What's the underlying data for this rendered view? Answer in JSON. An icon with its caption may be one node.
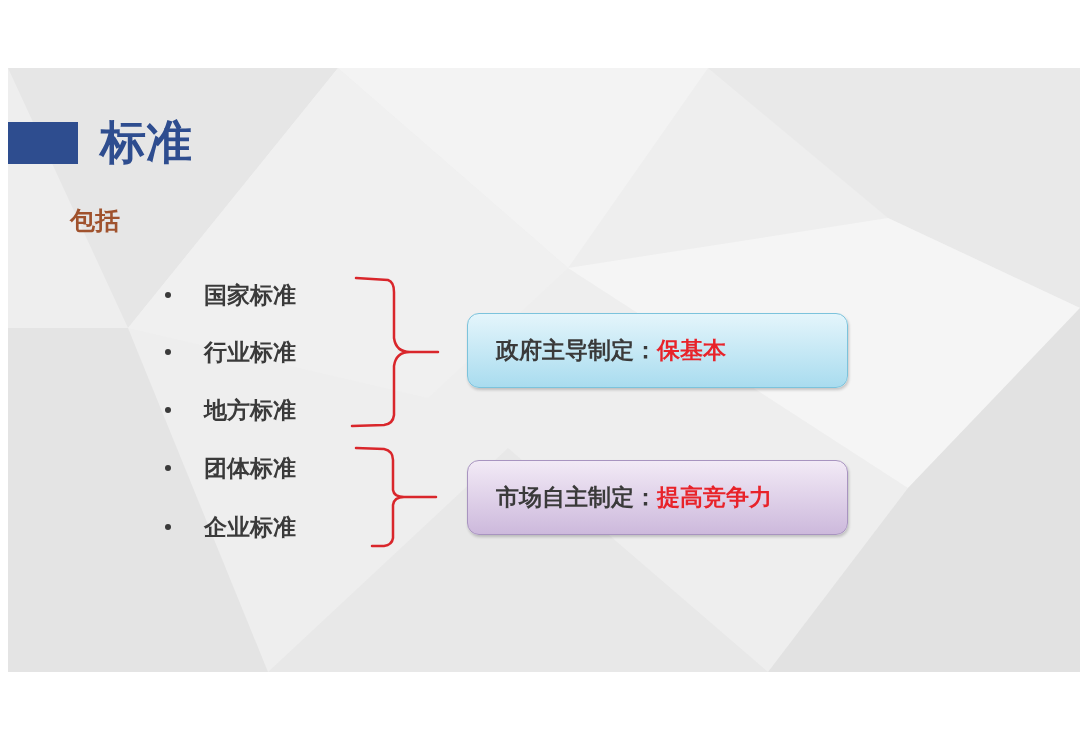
{
  "diagram": {
    "title": "标准",
    "nodes": [
      {
        "text": [
          "政府主导制定：",
          "保基本"
        ]
      },
      {
        "text": [
          "市场自主制定：",
          "提高竞争力"
        ]
      }
    ],
    "labels": [
      "包括",
      "国家标准",
      "行业标准",
      "地方标准",
      "团体标准",
      "企业标准"
    ]
  }
}
